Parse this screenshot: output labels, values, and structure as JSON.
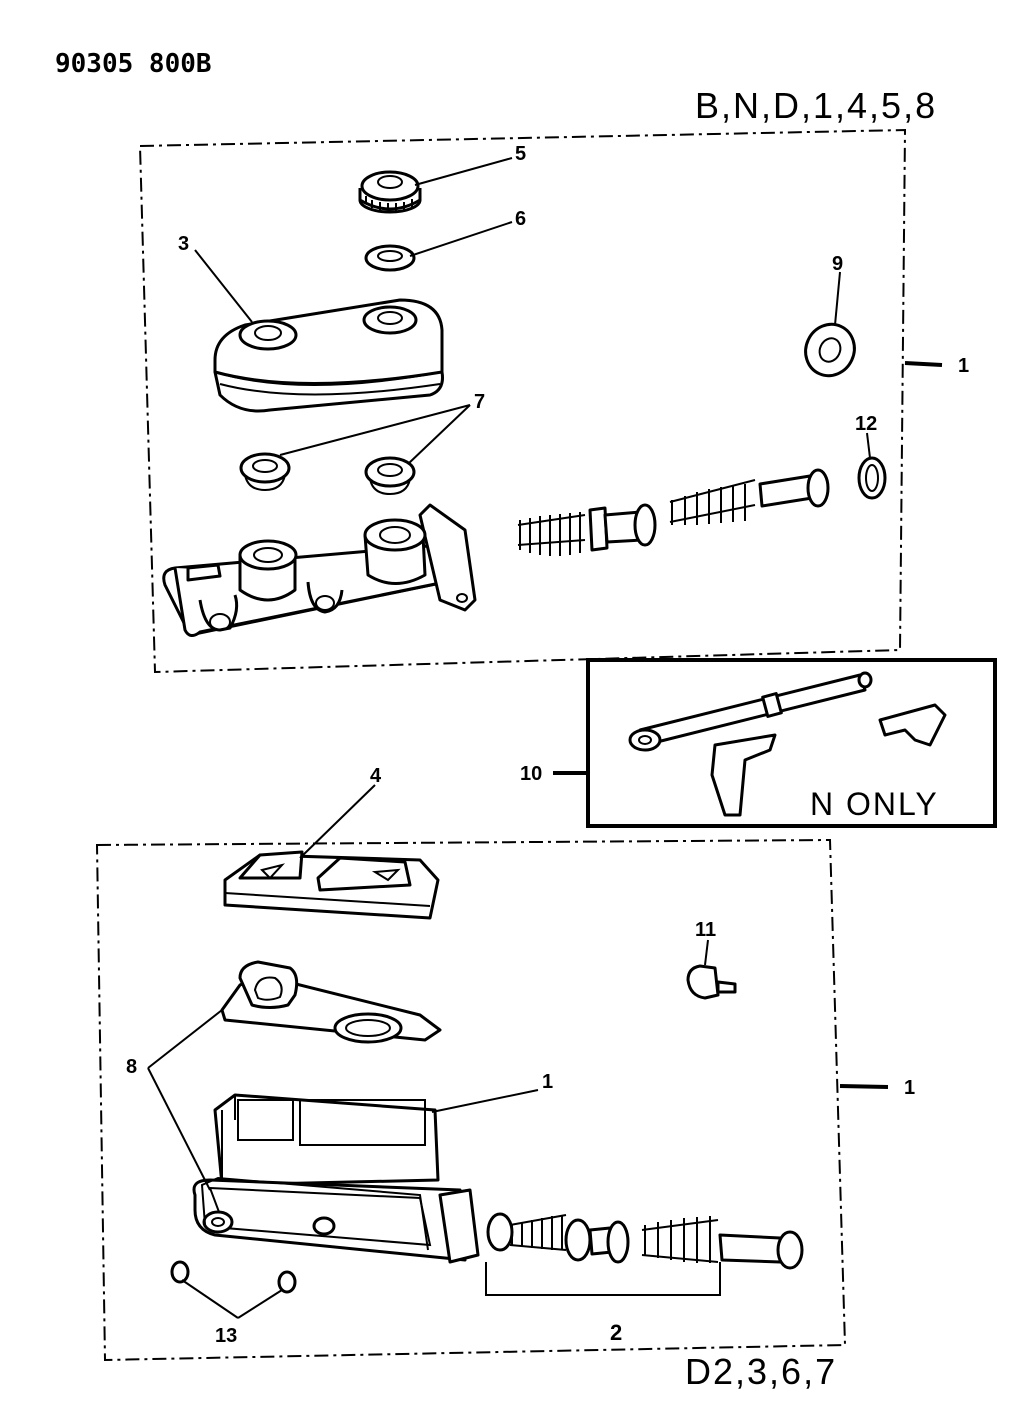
{
  "header": {
    "drawing_number": "90305 800B",
    "upper_models": "B,N,D,1,4,5,8",
    "lower_models": "D2,3,6,7"
  },
  "inset": {
    "note": "N ONLY"
  },
  "callouts": {
    "c1_upper": "1",
    "c1_lower": "1",
    "c1_body": "1",
    "c2": "2",
    "c3": "3",
    "c4": "4",
    "c5": "5",
    "c6": "6",
    "c7": "7",
    "c8": "8",
    "c9": "9",
    "c10": "10",
    "c11": "11",
    "c12": "12",
    "c13": "13"
  }
}
